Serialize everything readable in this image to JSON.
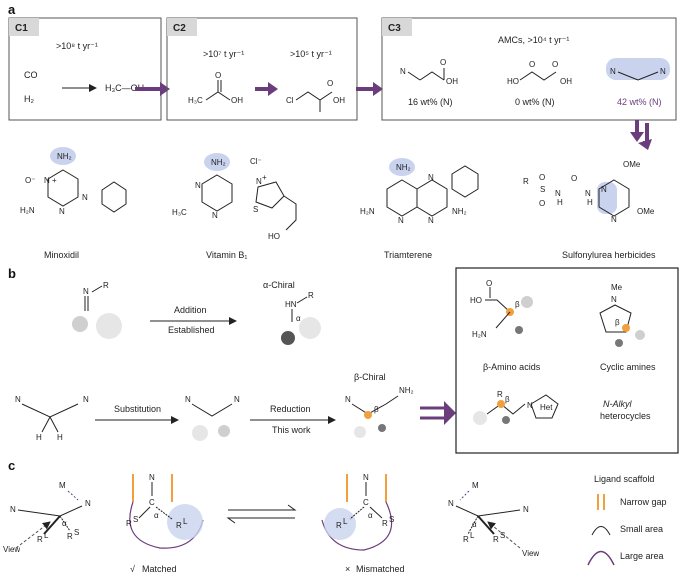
{
  "panels": {
    "a": "a",
    "b": "b",
    "c": "c"
  },
  "a": {
    "boxes": [
      {
        "label": "C1",
        "rate": ">10⁸ t yr⁻¹",
        "reactants": [
          "CO",
          "H₂"
        ],
        "product": "H₃C—OH"
      },
      {
        "label": "C2",
        "rate1": ">10⁷ t yr⁻¹",
        "rate2": ">10⁵ t yr⁻¹",
        "atoms": [
          "H₃C",
          "O",
          "OH",
          "Cl",
          "O",
          "OH"
        ]
      },
      {
        "label": "C3",
        "rate": "AMCs, >10⁴ t yr⁻¹",
        "items": [
          {
            "value": "16 wt% (N)",
            "atoms": [
              "N",
              "O",
              "OH"
            ]
          },
          {
            "value": "0 wt% (N)",
            "atoms": [
              "HO",
              "O",
              "O",
              "OH"
            ]
          },
          {
            "value": "42 wt% (N)",
            "atoms": [
              "N",
              "N"
            ]
          }
        ]
      }
    ],
    "drugs": [
      {
        "name": "Minoxidil",
        "atoms": [
          "NH₂",
          "O⁻",
          "N",
          "+",
          "H₂N",
          "N",
          "N"
        ]
      },
      {
        "name": "Vitamin B₁",
        "atoms": [
          "NH₂",
          "Cl⁻",
          "N",
          "+",
          "H₃C",
          "N",
          "N",
          "S",
          "HO"
        ]
      },
      {
        "name": "Triamterene",
        "atoms": [
          "NH₂",
          "N",
          "H₂N",
          "N",
          "N",
          "NH₂"
        ]
      },
      {
        "name": "Sulfonylurea herbicides",
        "atoms": [
          "OMe",
          "R",
          "S",
          "O",
          "O",
          "H",
          "N",
          "O",
          "N",
          "H",
          "N",
          "N",
          "OMe"
        ]
      }
    ]
  },
  "b": {
    "addition": "Addition",
    "established": "Established",
    "alpha_chiral": "α-Chiral",
    "substitution": "Substitution",
    "reduction": "Reduction",
    "this_work": "This work",
    "beta_chiral": "β-Chiral",
    "atoms": [
      "N",
      "R",
      "HN",
      "R",
      "α",
      "N",
      "N",
      "H",
      "H",
      "N",
      "N",
      "N",
      "NH₂",
      "β"
    ],
    "products": [
      {
        "name": "β-Amino acids",
        "atoms": [
          "O",
          "HO",
          "β",
          "H₂N"
        ]
      },
      {
        "name": "Cyclic amines",
        "atoms": [
          "Me",
          "N",
          "β"
        ]
      },
      {
        "name": "N-Alkyl",
        "name2": "heterocycles",
        "atoms": [
          "R",
          "β",
          "N",
          "Het"
        ]
      }
    ]
  },
  "c": {
    "left_atoms": [
      "M",
      "N",
      "N",
      "α",
      "R",
      "L",
      "R",
      "S",
      "View"
    ],
    "matched": "Matched",
    "matched_mark": "√",
    "mismatched": "Mismatched",
    "mismatched_mark": "×",
    "matched_atoms": [
      "N",
      "C",
      "α",
      "R",
      "S",
      "R",
      "L"
    ],
    "mismatched_atoms": [
      "N",
      "C",
      "α",
      "R",
      "L",
      "R",
      "S"
    ],
    "right_atoms": [
      "M",
      "N",
      "N",
      "α",
      "R",
      "L",
      "R",
      "S",
      "View"
    ],
    "legend": {
      "title": "Ligand scaffold",
      "items": [
        "Narrow gap",
        "Small area",
        "Large area"
      ]
    }
  },
  "colors": {
    "purple": "#6b3d7d",
    "orange": "#f2a03d",
    "highlight": "#c9d3ee",
    "grey": "#cfcfcf",
    "dark": "#555555"
  }
}
